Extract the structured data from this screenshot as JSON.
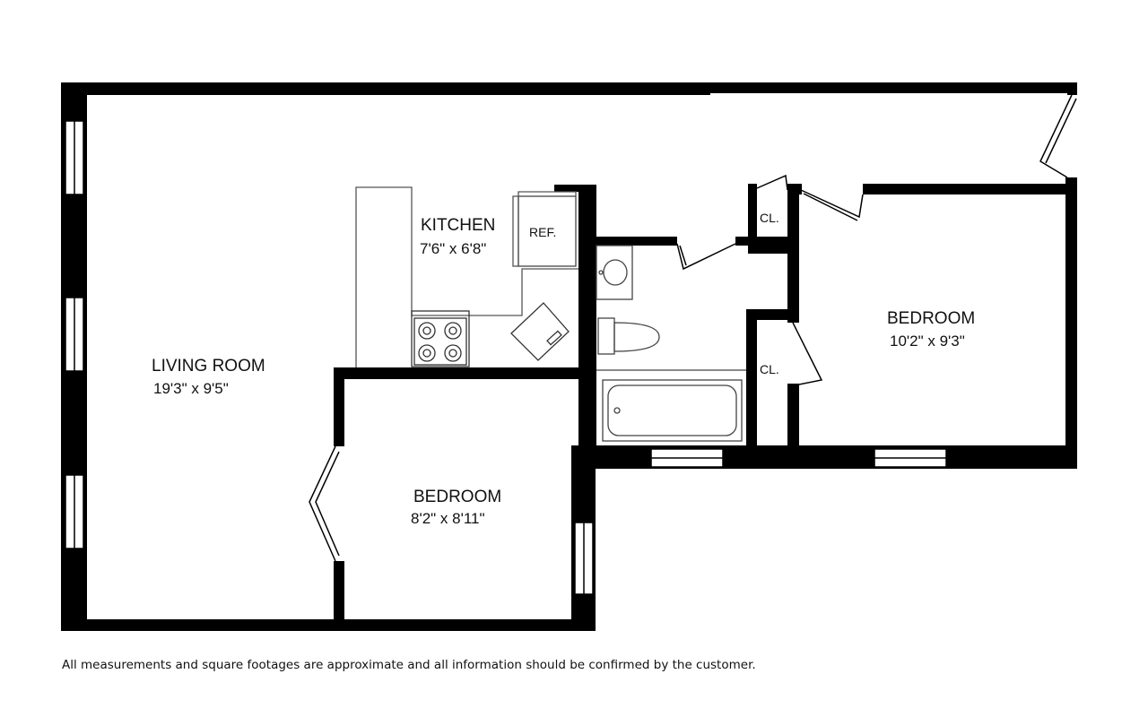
{
  "rooms": {
    "living_room": {
      "name": "LIVING ROOM",
      "size": "19'3\"  x 9'5\""
    },
    "kitchen": {
      "name": "KITCHEN",
      "size": "7'6\" x 6'8\""
    },
    "bedroom_small": {
      "name": "BEDROOM",
      "size": "8'2\" x 8'11\""
    },
    "bedroom_large": {
      "name": "BEDROOM",
      "size": "10'2\" x 9'3\""
    }
  },
  "fixtures": {
    "refrigerator": "REF.",
    "closet_upper": "CL.",
    "closet_lower": "CL."
  },
  "disclaimer": "All measurements and square footages are approximate and all information should be confirmed by the customer."
}
